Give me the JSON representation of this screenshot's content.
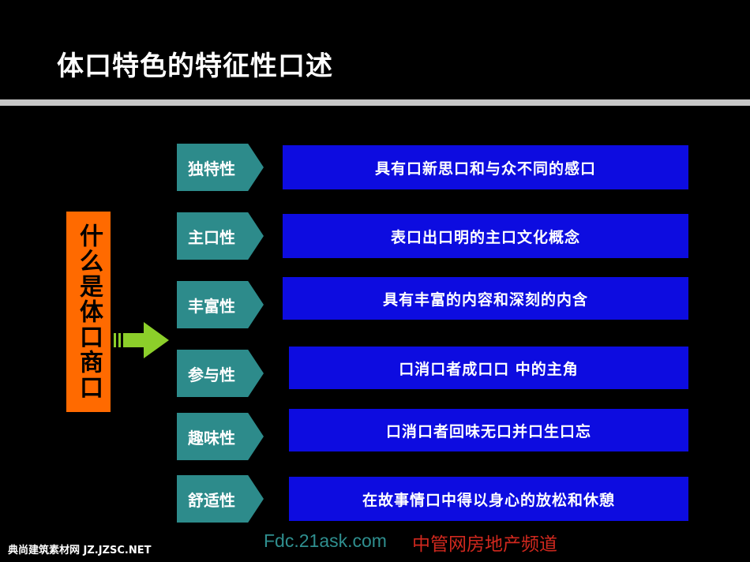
{
  "slide": {
    "title": "体口特色的特征性口述",
    "side_label": "什么是体口商口"
  },
  "rows": [
    {
      "tag": "独特性",
      "text": "具有口新思口和与众不同的感口"
    },
    {
      "tag": "主口性",
      "text": "表口出口明的主口文化概念"
    },
    {
      "tag": "丰富性",
      "text": "具有丰富的内容和深刻的内含"
    },
    {
      "tag": "参与性",
      "text": "口消口者成口口 中的主角"
    },
    {
      "tag": "趣味性",
      "text": "口消口者回味无口并口生口忘"
    },
    {
      "tag": "舒适性",
      "text": "在故事情口中得以身心的放松和休憩"
    }
  ],
  "footer": {
    "watermark": "典尚建筑素材网 JZ.JZSC.NET",
    "link": "Fdc.21ask.com",
    "channel": "中管网房地产频道"
  },
  "colors": {
    "background": "#000000",
    "tag": "#2d8b8b",
    "bar": "#0d0ce0",
    "side_box": "#ff6a00",
    "arrow": "#8ccf2a",
    "link": "#2f8f8f",
    "channel": "#d0281e"
  }
}
